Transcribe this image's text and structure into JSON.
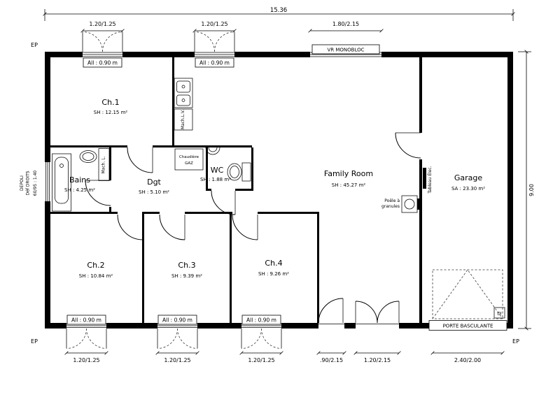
{
  "plan": {
    "overall": {
      "width": "15.36",
      "height": "9.00"
    },
    "dims_top": [
      "1.20/1.25",
      "1.20/1.25",
      "1.80/2.15"
    ],
    "dims_bottom": [
      "1.20/1.25",
      "1.20/1.25",
      "1.20/1.25",
      ".90/2.15",
      "1.20/2.15",
      "2.40/2.00"
    ],
    "left_window": {
      "note1": "DEPOLI",
      "note2": "Déf DROITS",
      "size": "60/95 : 1.40"
    },
    "downspout": "EP",
    "sill_label": "All : 0.90 m",
    "rooms": {
      "ch1": {
        "name": "Ch.1",
        "area": "SH : 12.15 m²"
      },
      "bains": {
        "name": "Bains",
        "area": "SH : 4.25 m²"
      },
      "dgt": {
        "name": "Dgt",
        "area": "SH : 5.10 m²"
      },
      "wc": {
        "name": "WC",
        "area": "SH : 1.88 m²"
      },
      "family": {
        "name": "Family Room",
        "area": "SH : 45.27 m²"
      },
      "garage": {
        "name": "Garage",
        "area": "SA : 23.30 m²"
      },
      "ch2": {
        "name": "Ch.2",
        "area": "SH : 10.84 m²"
      },
      "ch3": {
        "name": "Ch.3",
        "area": "SH : 9.39 m²"
      },
      "ch4": {
        "name": "Ch.4",
        "area": "SH : 9.26 m²"
      }
    },
    "equipment": {
      "vr": "VR MONOBLOC",
      "garage_door": "PORTE BASCULANTE",
      "boiler_line1": "Chaudière",
      "boiler_line2": "GAZ",
      "washing_machine": "Mach. L.",
      "dishwasher": "Mach.L.V.",
      "stove_line1": "Poêle à",
      "stove_line2": "granules",
      "elec_panel": "Tableau Élec.",
      "detector": "DI"
    }
  }
}
